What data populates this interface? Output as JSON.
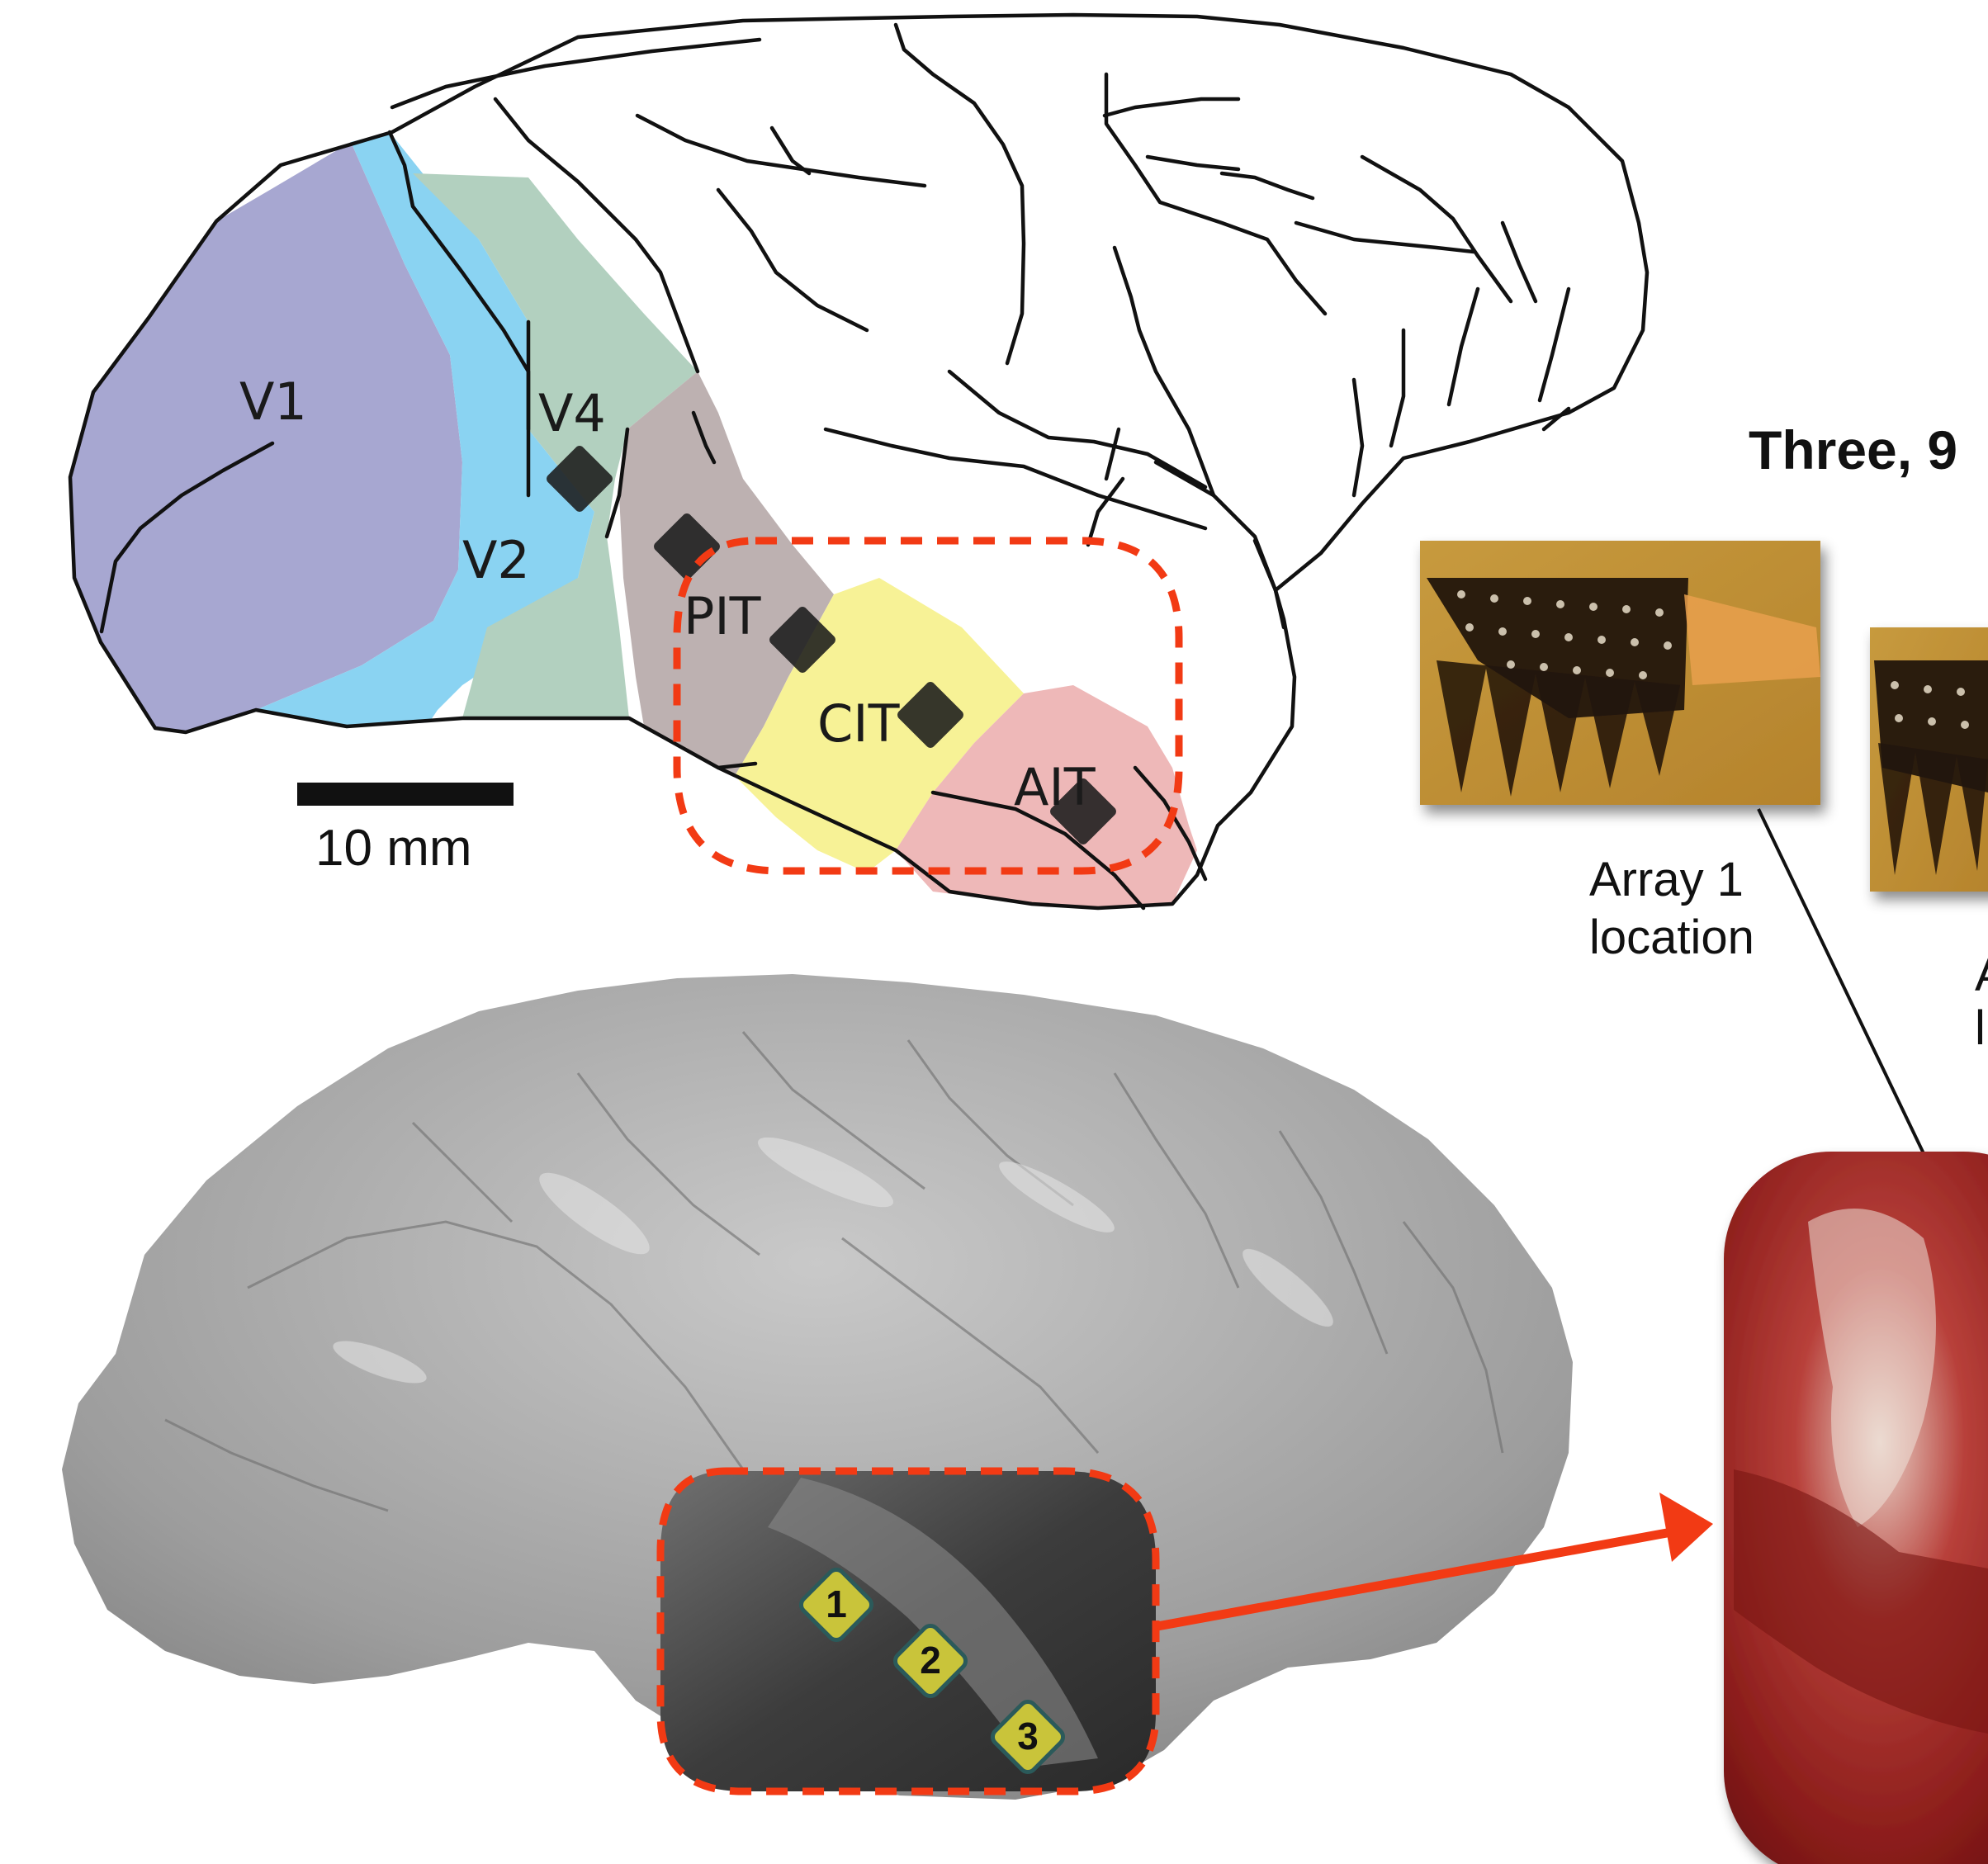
{
  "regions": {
    "v1": {
      "label": "V1",
      "color": "#a7a7d1"
    },
    "v2": {
      "label": "V2",
      "color": "#8ad3f2"
    },
    "v4": {
      "label": "V4",
      "color": "#b2d0bf"
    },
    "pit": {
      "label": "PIT",
      "color": "#bdb1b1"
    },
    "cit": {
      "label": "CIT",
      "color": "#f7f296"
    },
    "ait": {
      "label": "AIT",
      "color": "#eeb8b8"
    }
  },
  "scale_bar": {
    "label": "10 mm"
  },
  "panel_title": "Three, 9",
  "photos": {
    "array1": {
      "caption_line1": "Array 1",
      "caption_line2": "location"
    },
    "array2": {
      "caption_line1": "A",
      "caption_line2": "l"
    }
  },
  "markers": [
    {
      "number": "1"
    },
    {
      "number": "2"
    },
    {
      "number": "3"
    }
  ],
  "colors": {
    "highlight_dashed": "#f23a14",
    "arrow": "#f23a14",
    "marker_fill": "#c9c43a",
    "marker_border": "#2b5a5a",
    "brain_surface": "#a8a8a8"
  }
}
